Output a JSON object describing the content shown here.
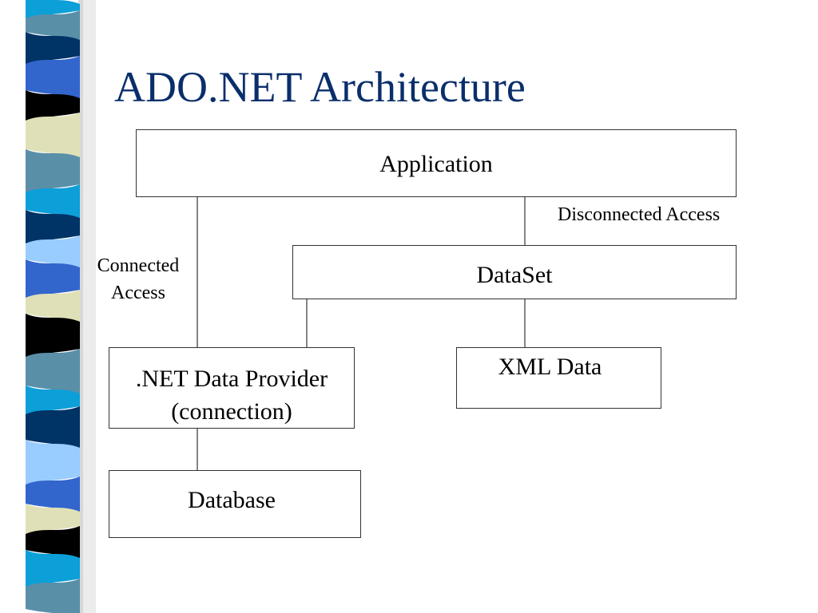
{
  "slide": {
    "title": "ADO.NET Architecture",
    "title_color": "#0a2e6b"
  },
  "decor": {
    "stripe_colors": [
      "#0d9fd8",
      "#5a8fa8",
      "#003366",
      "#3366cc",
      "#000000",
      "#e0e0b8",
      "#99ccff"
    ]
  },
  "diagram": {
    "application": "Application",
    "dataset": "DataSet",
    "provider_line1": ".NET Data Provider",
    "provider_line2": "(connection)",
    "xml_data": "XML Data",
    "database": "Database",
    "connected_line1": "Connected",
    "connected_line2": "Access",
    "disconnected": "Disconnected Access"
  }
}
